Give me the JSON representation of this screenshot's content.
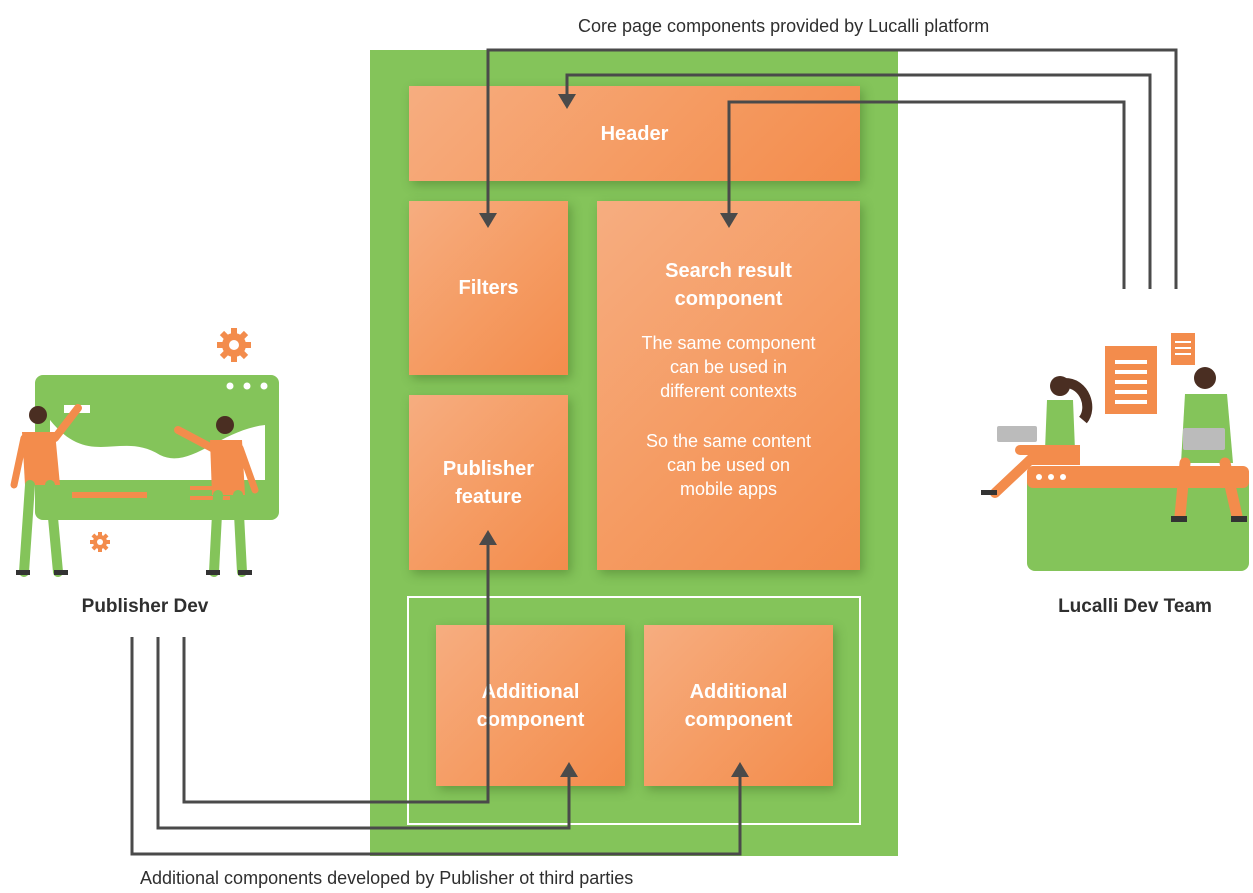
{
  "captions": {
    "top": "Core page components provided by Lucalli platform",
    "bottom": "Additional components developed by Publisher ot third parties"
  },
  "actors": {
    "left": "Publisher Dev",
    "right": "Lucalli Dev Team"
  },
  "components": {
    "header": "Header",
    "filters": "Filters",
    "search_title_1": "Search result",
    "search_title_2": "component",
    "search_desc_1": "The same component",
    "search_desc_2": "can be used in",
    "search_desc_3": "different contexts",
    "search_desc_4": "So the same content",
    "search_desc_5": "can be used on",
    "search_desc_6": "mobile apps",
    "publisher_1": "Publisher",
    "publisher_2": "feature",
    "additional_1_line1": "Additional",
    "additional_1_line2": "component",
    "additional_2_line1": "Additional",
    "additional_2_line2": "component"
  },
  "colors": {
    "panel_green": "#84c45a",
    "card_orange": "#f59b62",
    "arrow": "#4a4a4a"
  }
}
